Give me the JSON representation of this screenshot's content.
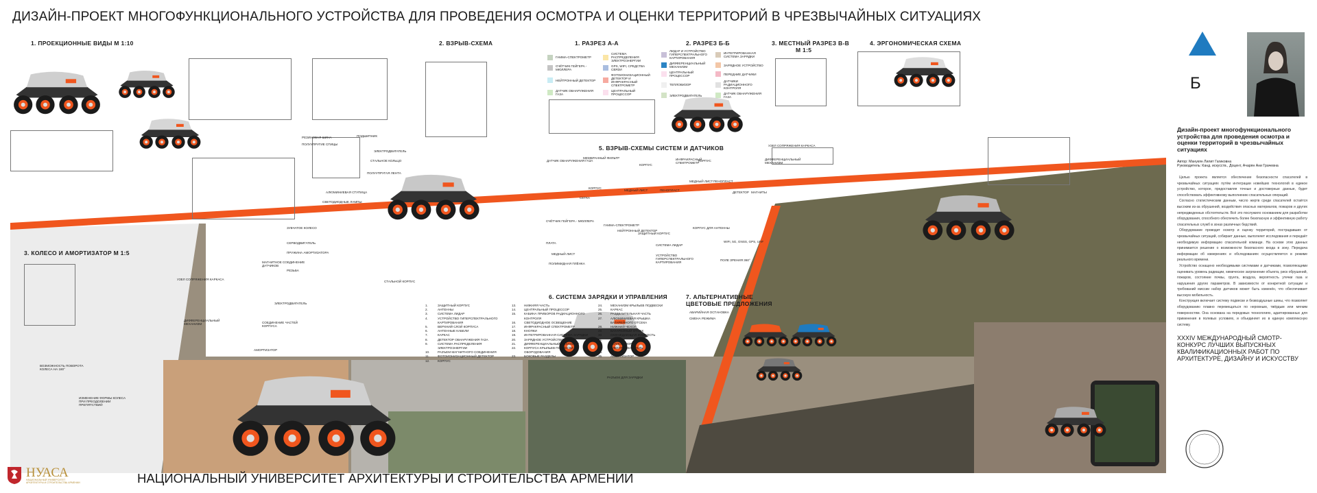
{
  "title": "ДИЗАЙН-ПРОЕКТ МНОГОФУНКЦИОНАЛЬНОГО УСТРОЙСТВА ДЛЯ ПРОВЕДЕНИЯ ОСМОТРА И ОЦЕНКИ ТЕРРИТОРИЙ В ЧРЕЗВЫЧАЙНЫХ СИТУАЦИЯХ",
  "sections": {
    "projection": "1.   ПРОЕКЦИОННЫЕ ВИДЫ      М 1:10",
    "exploded": "2.   ВЗРЫВ-СХЕМА",
    "section_aa": "1.   РАЗРЕЗ А-А",
    "section_bb": "2.   РАЗРЕЗ Б-Б",
    "section_vv": "3.   МЕСТНЫЙ РАЗРЕЗ В-В",
    "section_vv_scale": "М 1:5",
    "ergonomic": "4.   ЭРГОНОМИЧЕСКАЯ СХЕМА",
    "systems": "5.   ВЗРЫВ-СХЕМЫ СИСТЕМ И ДАТЧИКОВ",
    "wheel": "3.   КОЛЕСО И АМОРТИЗАТОР      М 1:5",
    "charging": "6.   СИСТЕМА ЗАРЯДКИ И УПРАВЛЕНИЯ",
    "colors": "7.   АЛЬТЕРНАТИВНЫЕ ЦВЕТОВЫЕ ПРЕДЛОЖЕНИЯ"
  },
  "legend_aa": [
    {
      "label": "ГАММА-СПЕКТРОМЕТР",
      "color": "#c5d3c0"
    },
    {
      "label": "СИСТЕМА РАСПРЕДЕЛЕНИЯ ЭЛЕКТРОЭНЕРГИИ",
      "color": "#fbe6a6"
    },
    {
      "label": "СЧЁТЧИК ГЕЙГЕРА - МЮЛЛЕРА",
      "color": "#c4c4c4"
    },
    {
      "label": "GPS, WIFI, СРЕДСТВА СВЯЗИ",
      "color": "#a9bde0"
    },
    {
      "label": "НЕЙТРОННЫЙ ДЕТЕКТОР",
      "color": "#c9ecf4"
    },
    {
      "label": "ФОТОИОНИЗАЦИОННЫЙ ДЕТЕКТОР И ИНФРАКРАСНЫЙ СПЕКТРОМЕТР",
      "color": "#f6aaa0"
    },
    {
      "label": "ДАТЧИК ОБНАРУЖЕНИЯ ГАЗА",
      "color": "#cfe9c4"
    },
    {
      "label": "ЦЕНТРАЛЬНЫЙ ПРОЦЕССОР",
      "color": "#fbe0ee"
    }
  ],
  "legend_bb": [
    {
      "label": "ЛИДАР И УСТРОЙСТВО ГИПЕРСПЕКТРАЛЬНОГО КАРТИРОВАНИЯ",
      "color": "#c8c0d8"
    },
    {
      "label": "ИНТЕГРИРОВАННАЯ СИСТЕМА ЗАРЯДКИ",
      "color": "#d9cbb8"
    },
    {
      "label": "ДИФФЕРЕНЦИАЛЬНЫЙ МЕХАНИЗМ",
      "color": "#2c84c4"
    },
    {
      "label": "ЗАРЯДНОЕ УСТРОЙСТВО",
      "color": "#f3c7a7"
    },
    {
      "label": "ЦЕНТРАЛЬНЫЙ ПРОЦЕССОР",
      "color": "#fbe0ee"
    },
    {
      "label": "ПЕРЕДНИЕ ДАТЧИКИ",
      "color": "#f4b9c6"
    },
    {
      "label": "ТЕПЛОВИЗОР",
      "color": "#f0f0f0"
    },
    {
      "label": "ДАТЧИКИ РАДИАЦИОННОГО КОНТРОЛЯ",
      "color": "#e1e1e1"
    },
    {
      "label": "ЭЛЕКТРОДВИГАТЕЛЬ",
      "color": "#d3e3c6"
    },
    {
      "label": "ДАТЧИК ОБНАРУЖЕНИЯ ГАЗА",
      "color": "#cfe9c4"
    }
  ],
  "parts": [
    "ЗАЩИТНЫЙ КОРПУС",
    "АНТЕННЫ",
    "СИСТЕМА ЛИДАР",
    "УСТРОЙСТВО ГИПЕРСПЕКТРАЛЬНОГО КАРТИРОВАНИЯ",
    "ВЕРХНИЙ СЛОЙ КОРПУСА",
    "АНТЕННЫЕ КАБЕЛИ",
    "КАРКАС",
    "ДЕТЕКТОР ОБНАРУЖЕНИЯ ГАЗА",
    "СИСТЕМА РАСПРЕДЕЛЕНИЯ ЭЛЕКТРОЭНЕРГИИ",
    "РАЗЪЕМ МАГНИТНОГО СОЕДИНЕНИЯ",
    "ФОТОИОНИЗАЦИОННЫЙ ДЕТЕКТОР",
    "КОРПУС",
    "НИЖНЯЯ ЧАСТЬ",
    "ЦЕНТРАЛЬНЫЙ ПРОЦЕССОР",
    "КАБИНА ПРИБОРОВ РАДИАЦИОННОГО КОНТРОЛЯ",
    "СВЕТОДИОДНОЕ ОСВЕЩЕНИЕ",
    "ИНФРАКРАСНЫЙ СПЕКТРОМЕТР",
    "КНОПКИ",
    "ИНТЕГРИРОВАННАЯ СИСТЕМА ЗАРЯДКИ",
    "ЗАРЯДНОЕ УСТРОЙСТВО",
    "ДИФФЕРЕНЦИАЛЬНЫЙ МЕХАНИЗМ",
    "КОРПУСА КРЫЛЬЕВ ПОДВЕСКИ ОБОРУДОВАНИЯ",
    "БОКОВЫЕ РАЗДЕЛЫ",
    "МЕХАНИЗМ КРЫЛЬЕВ ПОДВЕСКИ",
    "КАРКАС",
    "РАЗДЕЛИТЕЛЬНАЯ ЧАСТЬ",
    "АЛЮМИНИЕВАЯ КРЫШКА БАТАРЕЙНОГО ОТСЕКА",
    "НИЖНИЙ ЧЕХОЛ",
    "БАТАРЕЙНЫЙ ОТСЕК",
    "ОХЛАЖДАЮЩАЯ ЖИДКОСТЬ",
    "БАТАРЕИ",
    "ТЕПЛОВИЗОР",
    "ЭЛЕКТРОДВИГАТЕЛЬ",
    "КОЛЕСО",
    "АМОРТИЗАТОР"
  ],
  "callouts": [
    "РЕЗИНОВАЯ ШИНА",
    "ПОДШИПНИК",
    "ПОЛУУПРУГИЕ СПИЦЫ",
    "ЭЛЕКТРОДВИГАТЕЛЬ",
    "СТАЛЬНОЕ КОЛЬЦО",
    "ПОЛУУПРУГАЯ ЛЕНТА",
    "АЛЮМИНИЕВАЯ СТУПИЦА",
    "СВЕТОДИОДНЫЕ ЛАМПЫ",
    "ЗУБЧАТОЕ КОЛЕСО",
    "СЕРВОДВИГАТЕЛЬ",
    "ПРУЖИНА АМОРТИЗАТОРА",
    "РЕЗЬБА",
    "СТАЛЬНОЙ КОРПУС",
    "ЭЛЕКТРОДВИГАТЕЛЬ",
    "УЗЕЛ СОПРЯЖЕНИЯ КАРКАСА",
    "МАГНИТНОЕ СОЕДИНЕНИЕ ДАТЧИКОВ",
    "ДИФФЕРЕНЦИАЛЬНЫЙ МЕХАНИЗМ",
    "СОЕДИНЕНИЕ ЧАСТЕЙ КОРПУСА",
    "АМОРТИЗАТОР",
    "ВОЗМОЖНОСТЬ ПОВОРОТА КОЛЕСА НА 180°",
    "ИЗМЕНЕНИЕ ФОРМЫ КОЛЕСА ПРИ ПРЕОДОЛЕНИИ ПРЕПЯТСТВИЙ",
    "ДАТЧИК ОБНАРУЖЕНИЯ ГАЗА",
    "МЕМБРАННЫЙ ФИЛЬТР",
    "КОРПУС",
    "СЕТКА",
    "ИНФРАКРАСНЫЙ СПЕКТРОМЕТР",
    "КОРПУС",
    "МЕДНЫЙ ЛИСТ",
    "ПЕНОПЛАСТ",
    "КОРПУС",
    "МЕДНЫЙ ЛИСТ",
    "ПЕНОПЛАСТ",
    "ДЕТЕКТОР",
    "МАГНИТЫ",
    "СЧЁТЧИК ГЕЙГЕРА - МЮЛЛЕРА",
    "ГАММА-СПЕКТРОМЕТР",
    "НЕЙТРОННЫЙ ДЕТЕКТОР",
    "ПЛАТА",
    "МЕДНЫЙ ЛИСТ",
    "ПОЛИМИДНАЯ ПЛЁНКА",
    "ЗАЩИТНЫЙ КОРПУС",
    "СИСТЕМА ЛИДАР",
    "УСТРОЙСТВО ГИПЕРСПЕКТРАЛЬНОГО КАРТИРОВАНИЯ",
    "КОРПУС ДЛЯ АНТЕННЫ",
    "WIFI, 5G, GNSS, GPS, UHF",
    "ПОЛЕ ЗРЕНИЯ 360°",
    "АВАРИЙНАЯ ОСТАНОВКА",
    "СМЕНА РЕЖИМА",
    "РАЗЪЕМ ДЛЯ ЗАРЯДКИ",
    "УЗЕЛ СОПРЯЖЕНИЯ КАРКАСА",
    "ДИФФЕРЕНЦИАЛЬНЫЙ МЕХАНИЗМ"
  ],
  "portrait_letter": "Б",
  "right_panel": {
    "title": "Дизайн-проект многофункционального устройства для проведения осмотра и оценки территорий в чрезвычайных ситуациях",
    "author": "Автор: Манукян Лилит Гагиковна",
    "supervisor": "Руководитель: Канд. искусств., Доцент, Ачарян Ани Грачевна",
    "paragraphs": [
      "Целью проекта является обеспечение безопасности спасателей в чрезвычайных ситуациях путём интеграции новейших технологий в единое устройство, которое, предоставляя точные и достоверные данные, будет способствовать эффективному выполнению спасательных операций.",
      "Согласно статистическим данным, число жертв среди спасателей остаётся высоким из-за обрушений, воздействия опасных материалов, пожаров и других непредвиденных обстоятельств. Всё это послужило основанием для разработки оборудования, способного обеспечить более безопасную и эффективную работу спасательных служб в зонах различных бедствий.",
      "Оборудование проводит осмотр и оценку территорий, пострадавших от чрезвычайных ситуаций, собирает данные, выполняет исследования и передаёт необходимую информацию спасательной команде. На основе этих данных принимается решение о возможности безопасного входа в зону. Передача информации об измерениях и обследованиях осуществляется в режиме реального времени.",
      "Устройство оснащено необходимыми системами и датчиками, позволяющими оценивать уровень радиации, химическое загрязнение объекта, риск обрушений, пожаров, состояние почвы, грунта, воздуха, вероятность утечки газа и нарушения других параметров. В зависимости от конкретной ситуации и требований миссии набор датчиков может быть изменён, что обеспечивает высокую мобильность.",
      "Конструкция включает систему подвески и безвоздушные шины, что позволяет оборудованию плавно перемещаться по неровным, твёрдым или мягким поверхностям. Она основана на передовых технологиях, адаптированных для применения в полевых условиях, и объединяет их в единую комплексную систему."
    ],
    "contest": "XXXIV МЕЖДУНАРОДНЫЙ СМОТР-КОНКУРС ЛУЧШИХ ВЫПУСКНЫХ КВАЛИФИКАЦИОННЫХ РАБОТ ПО АРХИТЕКТУРЕ, ДИЗАЙНУ И ИСКУССТВУ"
  },
  "footer": "НАЦИОНАЛЬНЫЙ УНИВЕРСИТЕТ АРХИТЕКТУРЫ И СТРОИТЕЛЬСТВА АРМЕНИИ",
  "logo": {
    "name": "НУАСА",
    "sub1": "Национальный университет",
    "sub2": "архитектуры и строительства Армении"
  },
  "colors": {
    "accent": "#f0561e",
    "triangle": "#1f7bc0"
  }
}
